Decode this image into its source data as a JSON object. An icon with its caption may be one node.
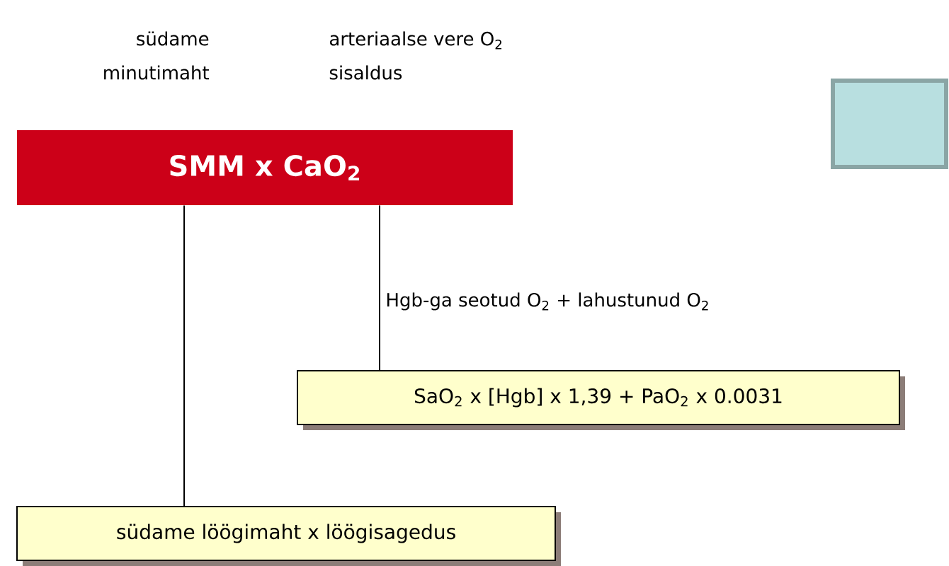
{
  "diagram": {
    "nodes": [
      {
        "text": [
          "SMM x CaO$_{2}$"
        ]
      },
      {
        "text": [
          "SaO$_{2}$ x [Hgb] x 1,39 + PaO$_{2}$ x 0.0031"
        ]
      },
      {
        "text": [
          "südame löögimaht x löögisagedus"
        ]
      },
      {
        "text": [],
        "shape": "box"
      }
    ],
    "edges": [
      {
        "from": 0,
        "to": 2,
        "arrow": "none"
      },
      {
        "from": 0,
        "to": 1,
        "arrow": "none"
      }
    ],
    "labels": [
      "südame minutimaht",
      "arteriaalse vere O$_{2}$ sisaldus",
      "Hgb-ga seotud O$_{2}$ + lahustunud O$_{2}$"
    ]
  }
}
